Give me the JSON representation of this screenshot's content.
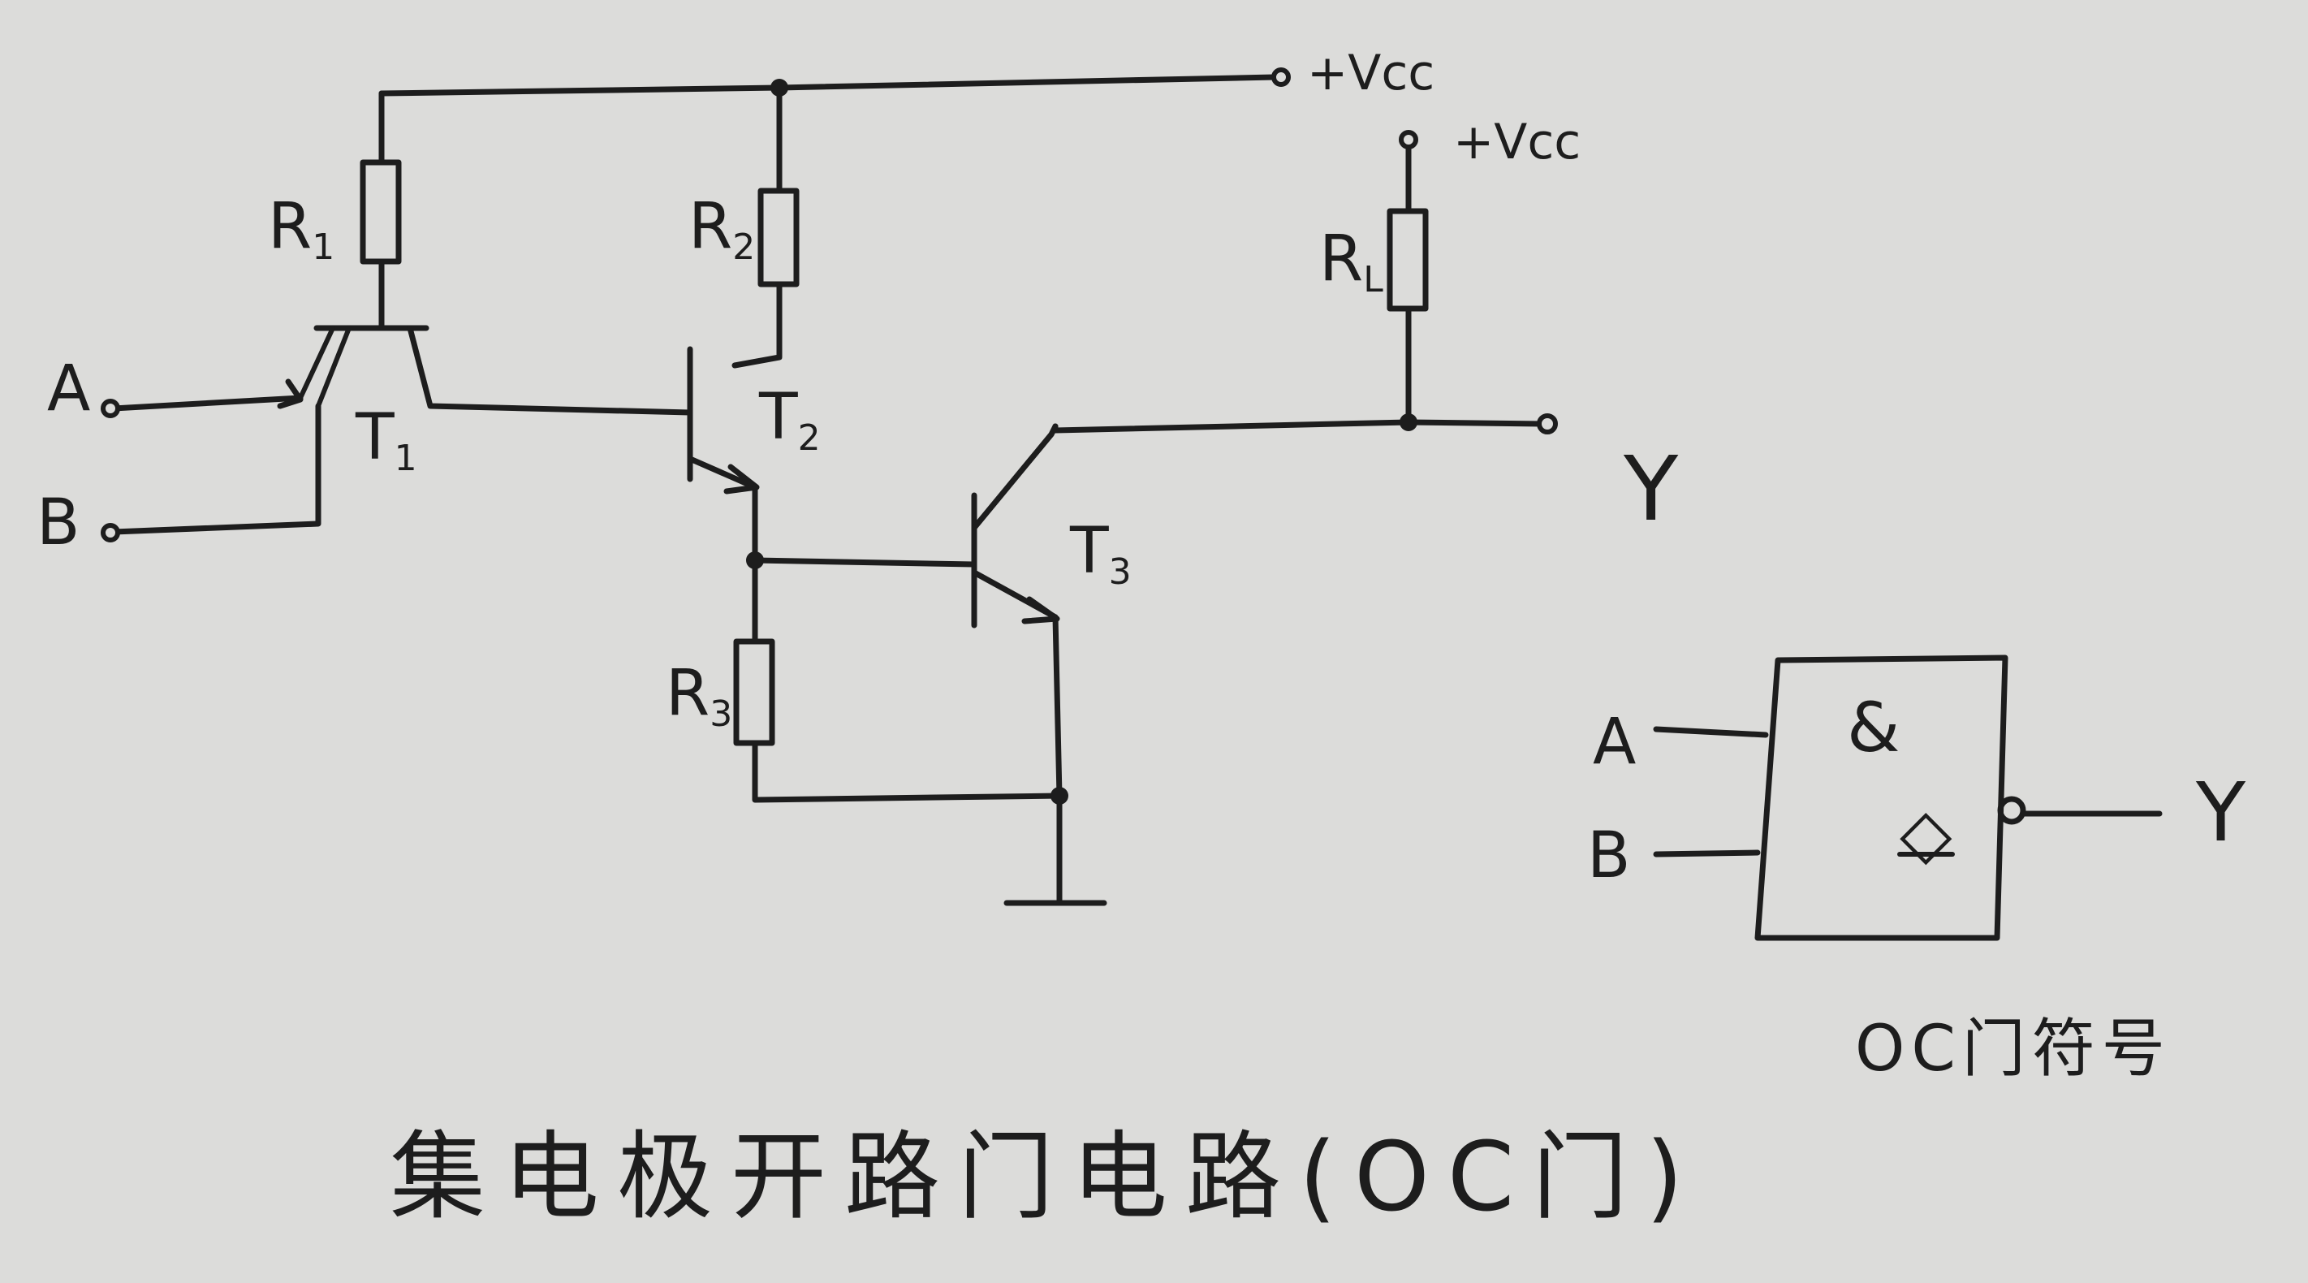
{
  "diagram": {
    "title": "集电极开路门电路(OC门)",
    "symbol_caption": "OC门符号",
    "supply_labels": [
      "+Vcc",
      "+Vcc"
    ],
    "inputs": [
      "A",
      "B"
    ],
    "output": "Y",
    "resistors": [
      {
        "letter": "R",
        "sub": "1"
      },
      {
        "letter": "R",
        "sub": "2"
      },
      {
        "letter": "R",
        "sub": "3"
      },
      {
        "letter": "R",
        "sub": "L"
      }
    ],
    "transistors": [
      {
        "letter": "T",
        "sub": "1"
      },
      {
        "letter": "T",
        "sub": "2"
      },
      {
        "letter": "T",
        "sub": "3"
      }
    ],
    "gate_symbol": {
      "and_mark": "&",
      "oc_mark": "◇",
      "inputs": [
        "A",
        "B"
      ],
      "output": "Y"
    }
  }
}
